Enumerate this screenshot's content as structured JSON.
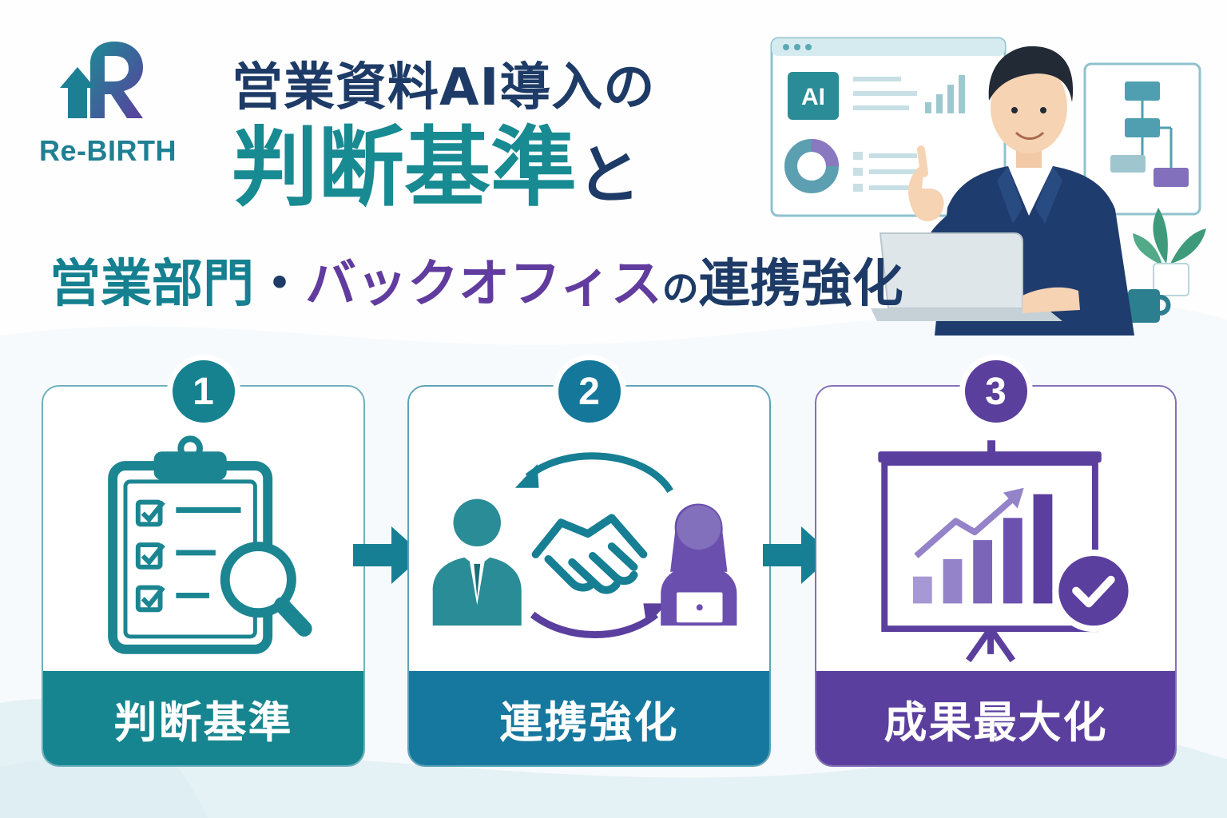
{
  "logo": {
    "text": "Re-BIRTH",
    "icon": "rebirth-r-arrow-logo"
  },
  "headline": {
    "line1": "営業資料AI導入の",
    "line2_main": "判断基準",
    "line2_suffix": "と",
    "line3_part1": "営業部門",
    "line3_sep": "・",
    "line3_part2": "バックオフィス",
    "line3_particle": "の",
    "line3_part3": "連携強化"
  },
  "illustration": {
    "dashboard_badge": "AI",
    "icons": [
      "presenter-man-icon",
      "dashboard-panel-icon",
      "flowchart-panel-icon",
      "laptop-icon",
      "plant-icon",
      "mug-icon"
    ]
  },
  "steps": [
    {
      "number": "1",
      "label": "判断基準",
      "icon": "clipboard-checklist-magnifier-icon"
    },
    {
      "number": "2",
      "label": "連携強化",
      "icon": "handshake-collaboration-icon"
    },
    {
      "number": "3",
      "label": "成果最大化",
      "icon": "growth-chart-check-icon"
    }
  ],
  "colors": {
    "teal": "#178a92",
    "navy": "#1d3b66",
    "purple": "#5b3f9e",
    "blue": "#16789e"
  }
}
